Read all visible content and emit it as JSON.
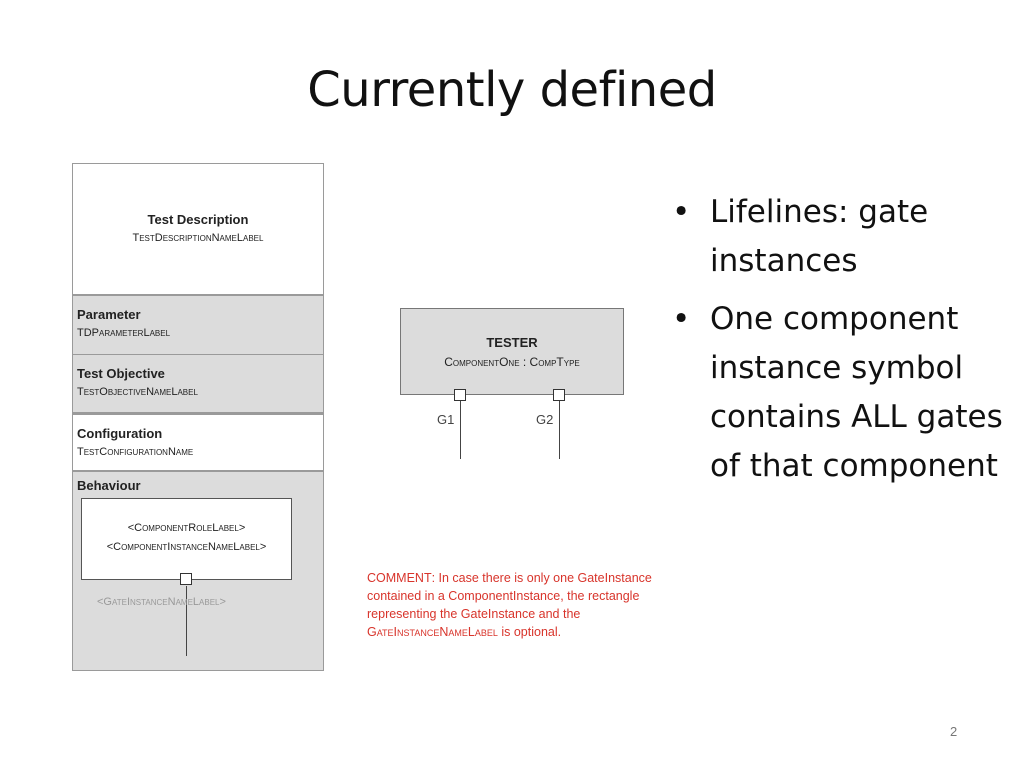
{
  "slide": {
    "title": "Currently defined",
    "page_number": "2"
  },
  "td_diagram": {
    "header_title": "Test Description",
    "header_label": "TestDescriptionNameLabel",
    "sections": {
      "parameter": {
        "title": "Parameter",
        "value": "TDParameterLabel"
      },
      "objective": {
        "title": "Test Objective",
        "value": "TestObjectiveNameLabel"
      },
      "configuration": {
        "title": "Configuration",
        "value": "TestConfigurationName"
      },
      "behaviour": {
        "title": "Behaviour"
      }
    },
    "component": {
      "role_label": "<ComponentRoleLabel>",
      "instance_label": "<ComponentInstanceNameLabel>"
    },
    "gate_label": "<GateInstanceNameLabel>"
  },
  "tester_diagram": {
    "name": "TESTER",
    "type_label": "ComponentOne : CompType",
    "gates": [
      "G1",
      "G2"
    ]
  },
  "comment": {
    "keyword": "COMMENT",
    "text_before": ": In case there is only one GateInstance contained in a ComponentInstance, the rectangle representing the GateInstance and the ",
    "label_name": "GateInstanceNameLabel",
    "text_after": " is optional."
  },
  "bullets": [
    "Lifelines: gate instances",
    "One component instance symbol contains ALL gates of that component"
  ],
  "colors": {
    "comment_red": "#d8342b",
    "panel_grey": "#dcdcdc"
  }
}
